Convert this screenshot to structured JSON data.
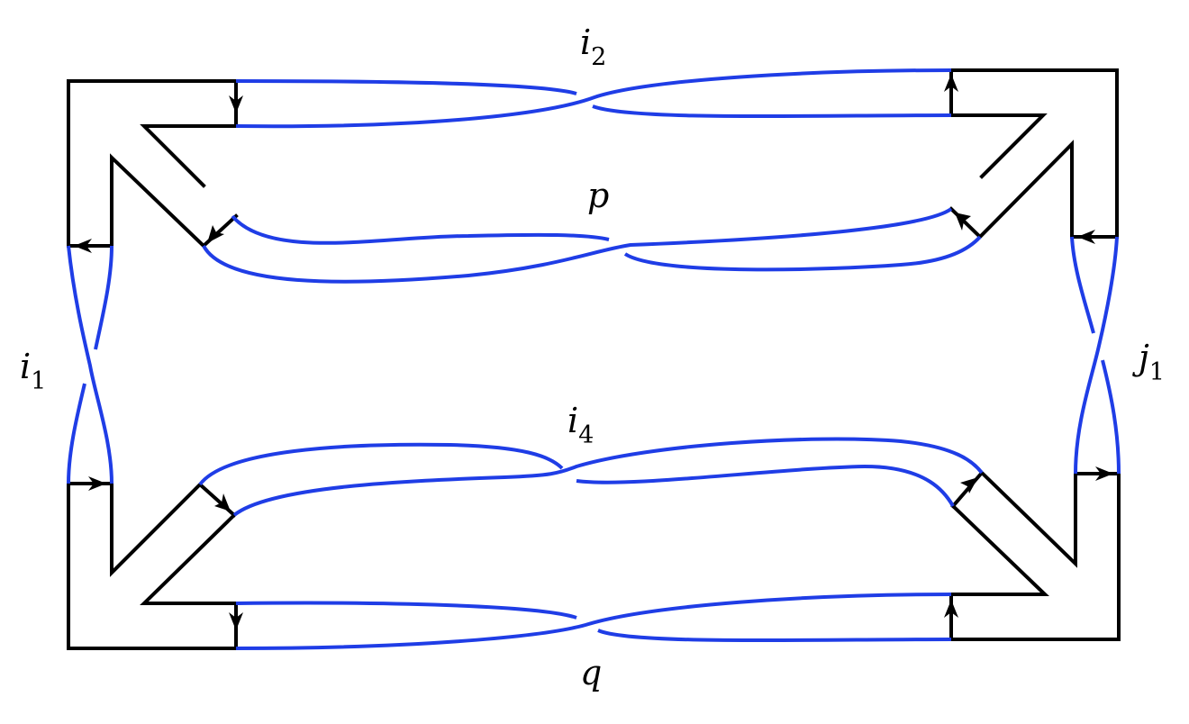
{
  "colors": {
    "frame": "#000000",
    "ribbon": "#1f3de6",
    "background": "#ffffff"
  },
  "labels": {
    "i2": {
      "main": "i",
      "sub": "2"
    },
    "p": {
      "main": "p"
    },
    "i1": {
      "main": "i",
      "sub": "1"
    },
    "j1": {
      "main": "j",
      "sub": "1"
    },
    "i4": {
      "main": "i",
      "sub": "4"
    },
    "q": {
      "main": "q"
    }
  }
}
